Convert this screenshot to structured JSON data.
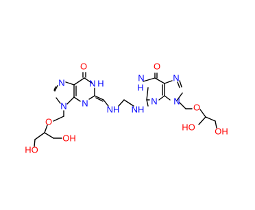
{
  "colors": {
    "bond": "#000000",
    "nitrogen": "#0000ff",
    "oxygen": "#ff0000"
  },
  "atoms": {
    "o_carbonyl_left": "O",
    "n1_left": "N",
    "h1_left": "H",
    "n3_left": "N",
    "n7_left": "N",
    "n9_left": "N",
    "nh_left": "NH",
    "o_ether_left": "O",
    "oh_left_a": "HO",
    "oh_left_b": "OH",
    "nh_right": "NH",
    "o_carbonyl_right": "O",
    "n1_right": "N",
    "h1_right": "H",
    "n3_right": "N",
    "n7_right": "N",
    "n9_right": "N",
    "o_ether_right": "O",
    "oh_right_a": "HO",
    "oh_right_b": "OH"
  }
}
